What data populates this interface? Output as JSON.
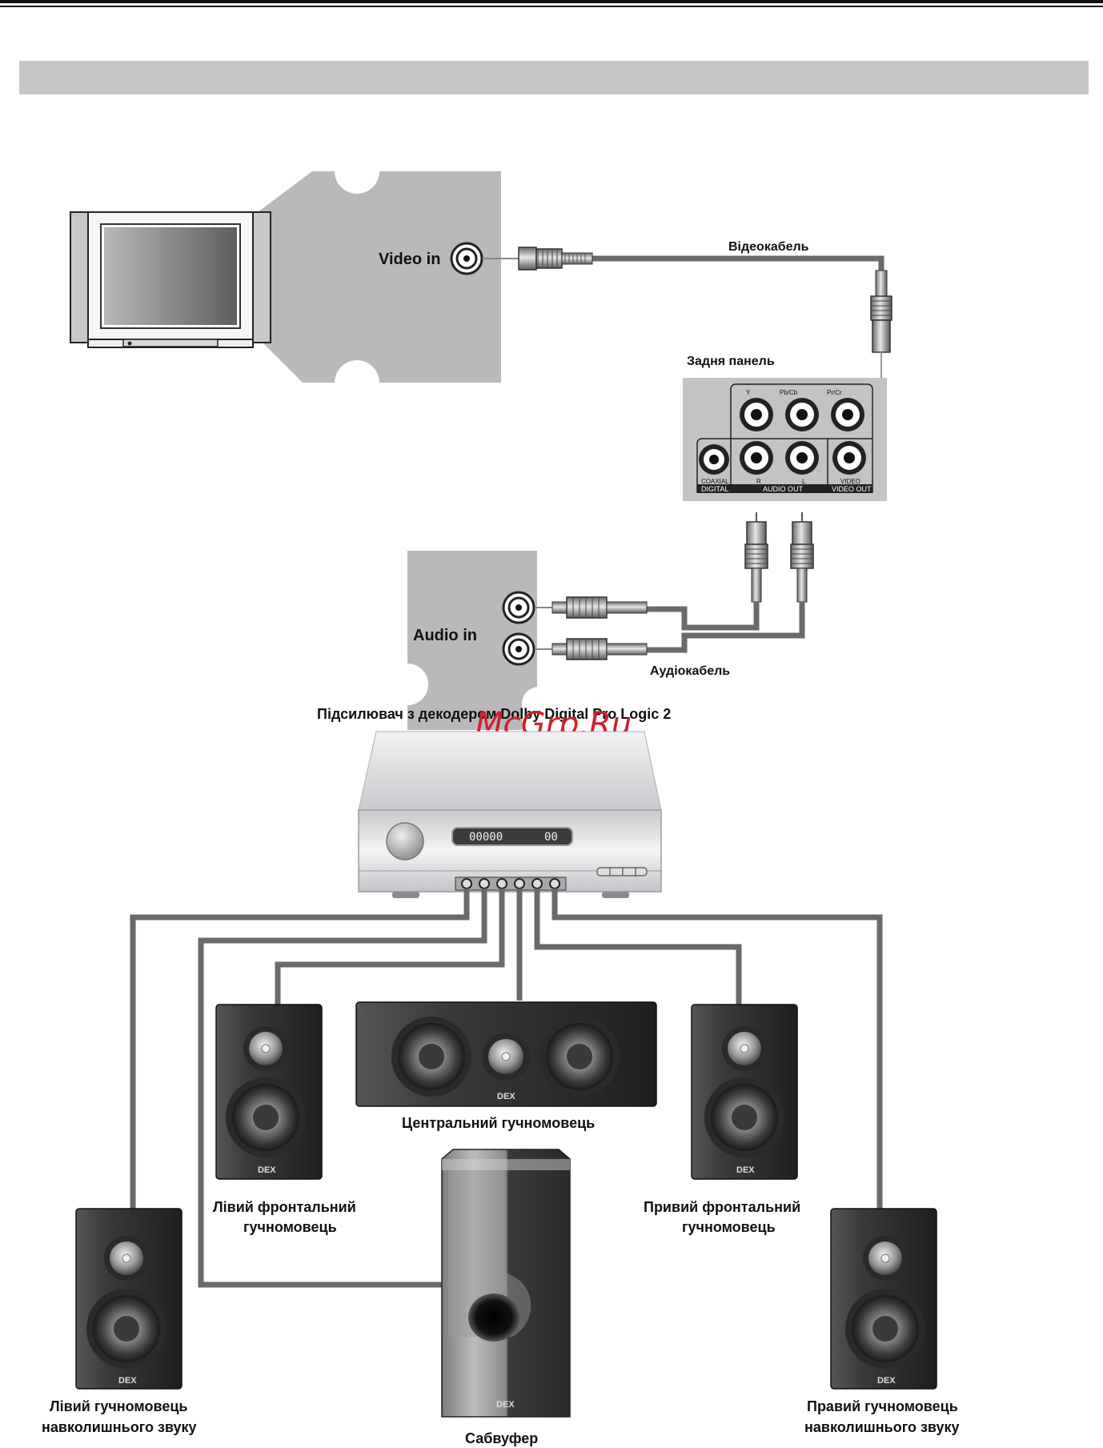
{
  "labels": {
    "video_in": "Video in",
    "video_cable": "Відеокабель",
    "rear_panel": "Задня панель",
    "audio_in": "Audio in",
    "audio_cable": "Аудіокабель",
    "amplifier": "Підсилювач з декодером Dolby Digital Pro Logic 2",
    "watermark": "McGrp.Ru",
    "center_speaker": "Центральний гучномовець",
    "left_front_1": "Лівий фронтальний",
    "left_front_2": "гучномовець",
    "right_front_1": "Привий фронтальний",
    "right_front_2": "гучномовець",
    "left_surround_1": "Лівий гучномовець",
    "left_surround_2": "навколишнього звуку",
    "right_surround_1": "Правий гучномовець",
    "right_surround_2": "навколишнього звуку",
    "subwoofer": "Сабвуфер"
  },
  "rear_panel_jacks": {
    "y": "Y",
    "pbcb": "Pb/Cb",
    "prcr": "Pr/Cr",
    "coaxial": "COAXIAL",
    "digital": "DIGITAL",
    "r": "R",
    "l": "L",
    "audio_out": "AUDIO OUT",
    "video": "VIDEO",
    "video_out": "VIDEO OUT"
  },
  "receiver_display": {
    "digits_left": "00000",
    "digits_right": "00"
  },
  "speaker_brand": "DEX"
}
